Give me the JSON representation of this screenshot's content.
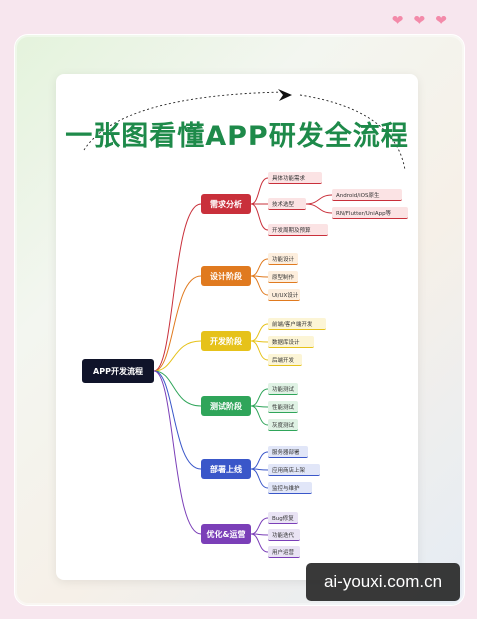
{
  "title": "一张图看懂APP研发全流程",
  "root": "APP开发流程",
  "categories": [
    {
      "label": "需求分析",
      "color": "#c9303b",
      "leaf_bg": "#fbe3e4",
      "items": [
        "具体功能需求",
        "技术选型",
        "开发周期及预算"
      ],
      "sub": [
        "Android/iOS原生",
        "RN/Flutter/UniApp等"
      ]
    },
    {
      "label": "设计阶段",
      "color": "#e07a1f",
      "leaf_bg": "#fdeedd",
      "items": [
        "功能设计",
        "原型制作",
        "UI/UX设计"
      ]
    },
    {
      "label": "开发阶段",
      "color": "#e6c21a",
      "leaf_bg": "#fcf5d6",
      "items": [
        "前端/客户端开发",
        "数据库设计",
        "后端开发"
      ]
    },
    {
      "label": "测试阶段",
      "color": "#2fa55a",
      "leaf_bg": "#dff2e4",
      "items": [
        "功能测试",
        "性能测试",
        "灰度测试"
      ]
    },
    {
      "label": "部署上线",
      "color": "#3a57c9",
      "leaf_bg": "#e1e6f8",
      "items": [
        "服务器部署",
        "应用商店上架",
        "监控与维护"
      ]
    },
    {
      "label": "优化&运营",
      "color": "#7b3fb8",
      "leaf_bg": "#e9e3f4",
      "items": [
        "Bug修复",
        "功能迭代",
        "用户运营"
      ]
    }
  ],
  "watermark": "ai-youxi.com.cn"
}
